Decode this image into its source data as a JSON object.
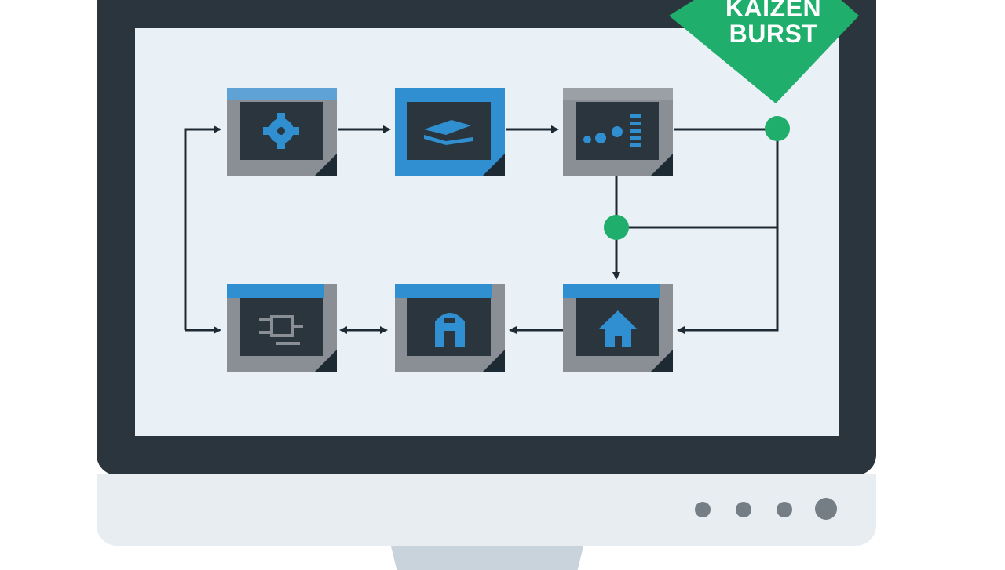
{
  "badge": {
    "line1": "KAIZEN",
    "line2": "BURST",
    "color": "#1fae6b"
  },
  "colors": {
    "bezel": "#2b353e",
    "screen": "#eaf1f6",
    "box_gray": "#8a8f95",
    "box_blue": "#2f8fd0",
    "icon_blue": "#2f8fd0",
    "node_green": "#1fae6b",
    "connector": "#1e2a33"
  },
  "process_steps": [
    {
      "id": "step-1",
      "icon": "gear-icon",
      "variant": "gray"
    },
    {
      "id": "step-2",
      "icon": "layers-icon",
      "variant": "blue"
    },
    {
      "id": "step-3",
      "icon": "chart-icon",
      "variant": "gray"
    },
    {
      "id": "step-4",
      "icon": "circuit-icon",
      "variant": "gray"
    },
    {
      "id": "step-5",
      "icon": "figure-icon",
      "variant": "gray"
    },
    {
      "id": "step-6",
      "icon": "home-icon",
      "variant": "gray"
    }
  ],
  "indicator_dots": 4
}
